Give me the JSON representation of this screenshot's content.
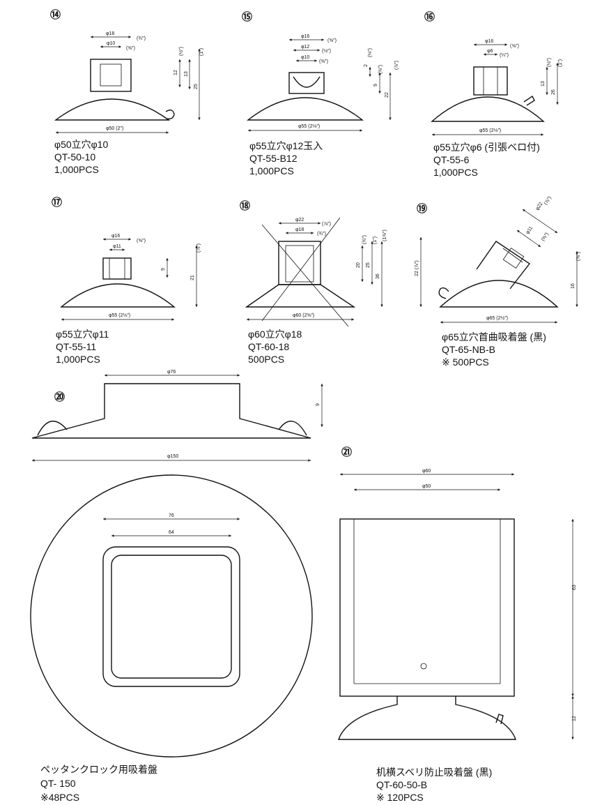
{
  "parts": [
    {
      "num": "⑭",
      "name": "φ50立穴φ10",
      "code": "QT-50-10",
      "qty": "1,000PCS",
      "dims": [
        "φ18",
        "(¾″)",
        "φ10",
        "(⅜″)",
        "12",
        "(½″)",
        "13",
        "25",
        "(1″)",
        "φ50 (2″)"
      ]
    },
    {
      "num": "⑮",
      "name": "φ55立穴φ12玉入",
      "code": "QT-55-B12",
      "qty": "1,000PCS",
      "dims": [
        "φ16",
        "(⅝″)",
        "φ12",
        "(½″)",
        "φ10",
        "(⅜″)",
        "2",
        "(⅛″)",
        "9",
        "(⅜″)",
        "22",
        "(⅞″)",
        "φ55 (2⅛″)"
      ]
    },
    {
      "num": "⑯",
      "name": "φ55立穴φ6 (引張ベロ付)",
      "code": "QT-55-6",
      "qty": "1,000PCS",
      "dims": [
        "φ16",
        "(⅝″)",
        "φ6",
        "(¼″)",
        "13",
        "(½″)",
        "26",
        "(1″)",
        "φ55 (2⅛″)"
      ]
    },
    {
      "num": "⑰",
      "name": "φ55立穴φ11",
      "code": "QT-55-11",
      "qty": "1,000PCS",
      "dims": [
        "φ16",
        "(⅝″)",
        "φ11",
        "9",
        "21",
        "(⅞″)",
        "φ55 (2⅛″)"
      ]
    },
    {
      "num": "⑱",
      "name": "φ60立穴φ18",
      "code": "QT-60-18",
      "qty": "500PCS",
      "dims": [
        "φ22",
        "(⅞″)",
        "φ18",
        "(¾″)",
        "20",
        "25",
        "(1″)",
        "(¾″)",
        "36",
        "(1⅜″)",
        "φ60 (2⅜″)"
      ]
    },
    {
      "num": "⑲",
      "name": "φ65立穴首曲吸着盤 (黒)",
      "code": "QT-65-NB-B",
      "qty": "※ 500PCS",
      "dims": [
        "φ22",
        "(⅞″)",
        "φ11",
        "(⅜″)",
        "22 (⅞″)",
        "(⅝″)",
        "16",
        "φ65 (2½″)"
      ]
    },
    {
      "num": "⑳",
      "name": "ペッタンクロック用吸着盤",
      "code": "QT- 150",
      "qty": "※48PCS",
      "dims": [
        "φ76",
        "9",
        "φ150",
        "76",
        "64"
      ]
    },
    {
      "num": "㉑",
      "name": "机横スベリ防止吸着盤 (黒)",
      "code": "QT-60-50-B",
      "qty": "※ 120PCS",
      "dims": [
        "φ60",
        "φ50",
        "63",
        "12"
      ]
    }
  ]
}
